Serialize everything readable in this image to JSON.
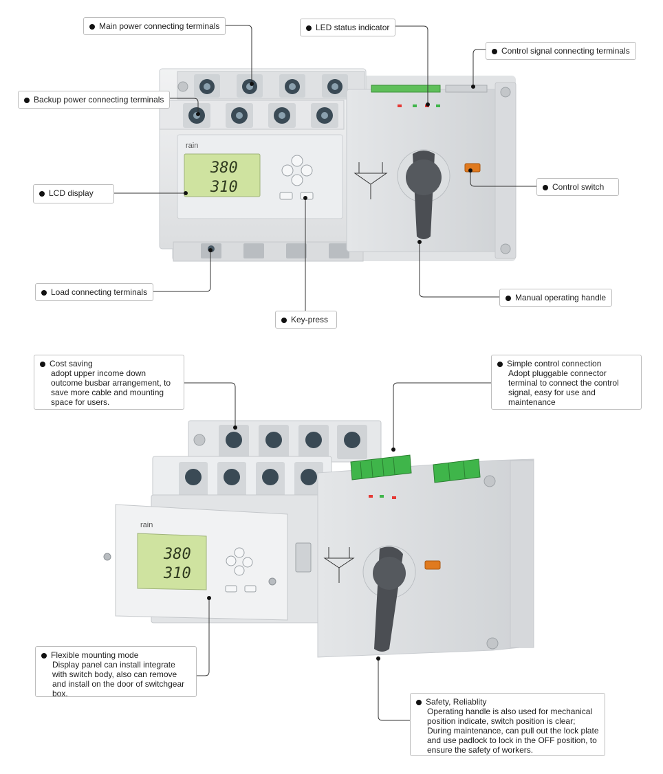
{
  "callouts_top": {
    "main_power": "Main power connecting terminals",
    "led_status": "LED status indicator",
    "control_signal": "Control signal connecting terminals",
    "backup_power": "Backup power connecting terminals",
    "lcd_display": "LCD display",
    "control_switch": "Control switch",
    "load_terminals": "Load connecting terminals",
    "manual_handle": "Manual operating handle",
    "key_press": "Key-press"
  },
  "callouts_bottom": {
    "cost_saving": {
      "title": "Cost saving",
      "desc": "adopt upper income down outcome busbar arrangement, to save more cable and mounting space for users."
    },
    "simple_control": {
      "title": "Simple control connection",
      "desc": "Adopt pluggable connector terminal to connect the control signal, easy for use and maintenance"
    },
    "flexible_mounting": {
      "title": "Flexible mounting mode",
      "desc": "Display panel can install integrate with switch body, also can remove and install on the door of switchgear box."
    },
    "safety": {
      "title": "Safety, Reliablity",
      "desc": "Operating handle is also used for mechanical position indicate, switch position is clear; During maintenance, can pull out the lock plate and use padlock to lock in the OFF position, to ensure the safety of workers."
    }
  },
  "device": {
    "brand": "rain",
    "lcd_value_1": "380",
    "lcd_value_2": "310"
  },
  "colors": {
    "body": "#e9eaeb",
    "body_shade": "#d6d8da",
    "lcd": "#cfe3a0",
    "handle": "#4b4e53",
    "terminal_green": "#3fb54a",
    "switch_orange": "#e07a1f",
    "leader": "#333333"
  }
}
